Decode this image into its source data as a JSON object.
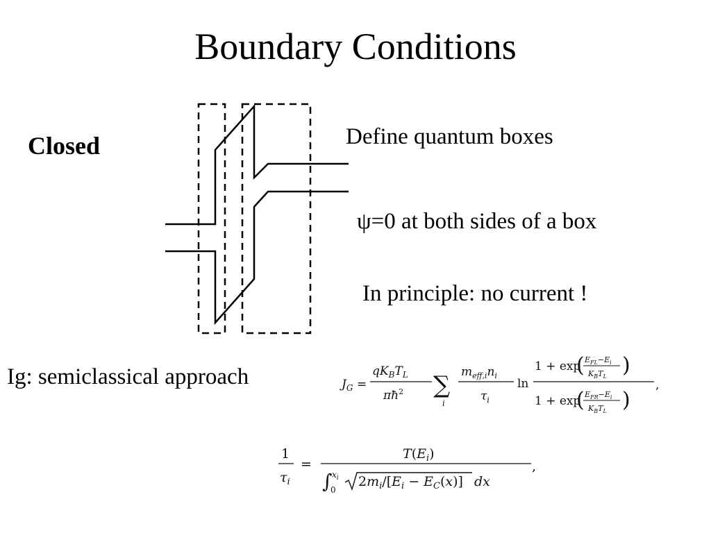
{
  "slide": {
    "title": "Boundary Conditions",
    "closed_label": "Closed",
    "define_text": "Define quantum boxes",
    "psi_text": "ψ=0 at both sides of a box",
    "principle_text": "In principle: no current !",
    "ig_text": "Ig: semiclassical approach"
  },
  "equations": {
    "jg": "J_G = \\frac{qK_BT_L}{\\pi\\hbar^2}\\sum_i \\frac{m_{eff,i}n_i}{\\tau_i}\\ln\\frac{1+\\exp\\left(\\frac{E_{FL}-E_i}{K_BT_L}\\right)}{1+\\exp\\left(\\frac{E_{FR}-E_i}{K_BT_L}\\right)},",
    "tau": "\\frac{1}{\\tau_i} = \\frac{T(E_i)}{\\int_0^{x_i}\\sqrt{2m_i/[E_i-E_C(x)]}dx},"
  }
}
